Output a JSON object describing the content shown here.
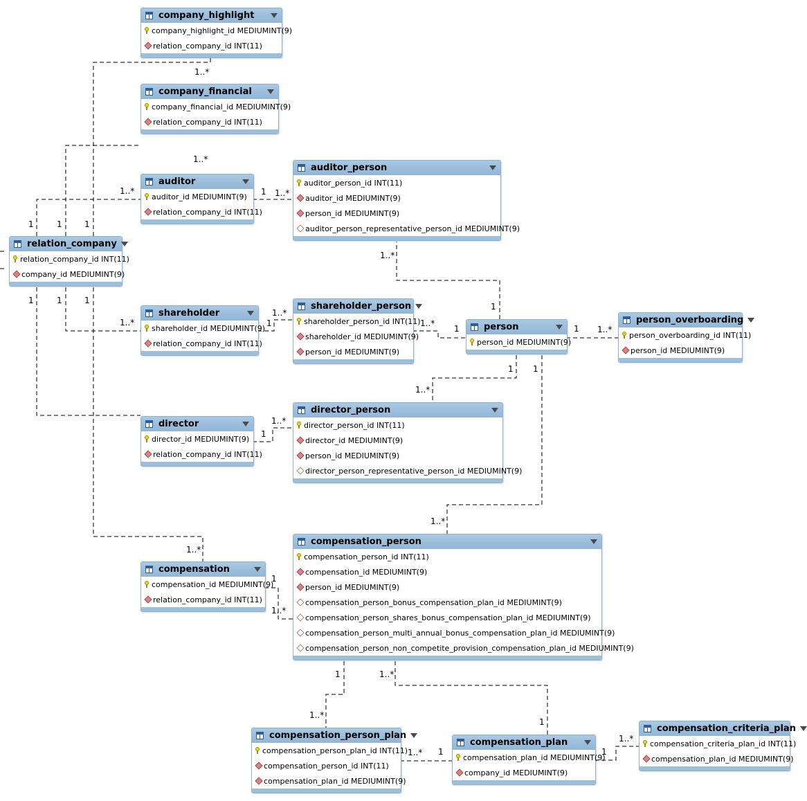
{
  "entities": [
    {
      "name": "company_highlight",
      "columns": [
        {
          "text": "company_highlight_id MEDIUMINT(9)",
          "icon": "primary-key-icon"
        },
        {
          "text": "relation_company_id INT(11)",
          "icon": "foreign-key-icon"
        }
      ]
    },
    {
      "name": "company_financial",
      "columns": [
        {
          "text": "company_financial_id MEDIUMINT(9)",
          "icon": "primary-key-icon"
        },
        {
          "text": "relation_company_id INT(11)",
          "icon": "foreign-key-icon"
        }
      ]
    },
    {
      "name": "auditor",
      "columns": [
        {
          "text": "auditor_id MEDIUMINT(9)",
          "icon": "primary-key-icon"
        },
        {
          "text": "relation_company_id INT(11)",
          "icon": "foreign-key-icon"
        }
      ]
    },
    {
      "name": "auditor_person",
      "columns": [
        {
          "text": "auditor_person_id INT(11)",
          "icon": "primary-key-icon"
        },
        {
          "text": "auditor_id MEDIUMINT(9)",
          "icon": "foreign-key-icon"
        },
        {
          "text": "person_id MEDIUMINT(9)",
          "icon": "foreign-key-icon"
        },
        {
          "text": "auditor_person_representative_person_id MEDIUMINT(9)",
          "icon": "column-icon"
        }
      ]
    },
    {
      "name": "relation_company",
      "columns": [
        {
          "text": "relation_company_id INT(11)",
          "icon": "primary-key-icon"
        },
        {
          "text": "company_id MEDIUMINT(9)",
          "icon": "foreign-key-icon"
        }
      ]
    },
    {
      "name": "shareholder",
      "columns": [
        {
          "text": "shareholder_id MEDIUMINT(9)",
          "icon": "primary-key-icon"
        },
        {
          "text": "relation_company_id INT(11)",
          "icon": "foreign-key-icon"
        }
      ]
    },
    {
      "name": "shareholder_person",
      "columns": [
        {
          "text": "shareholder_person_id INT(11)",
          "icon": "primary-key-icon"
        },
        {
          "text": "shareholder_id MEDIUMINT(9)",
          "icon": "foreign-key-icon"
        },
        {
          "text": "person_id MEDIUMINT(9)",
          "icon": "foreign-key-icon"
        }
      ]
    },
    {
      "name": "person",
      "columns": [
        {
          "text": "person_id MEDIUMINT(9)",
          "icon": "primary-key-icon"
        }
      ]
    },
    {
      "name": "person_overboarding",
      "columns": [
        {
          "text": "person_overboarding_id INT(11)",
          "icon": "primary-key-icon"
        },
        {
          "text": "person_id MEDIUMINT(9)",
          "icon": "foreign-key-icon"
        }
      ]
    },
    {
      "name": "director",
      "columns": [
        {
          "text": "director_id MEDIUMINT(9)",
          "icon": "primary-key-icon"
        },
        {
          "text": "relation_company_id INT(11)",
          "icon": "foreign-key-icon"
        }
      ]
    },
    {
      "name": "director_person",
      "columns": [
        {
          "text": "director_person_id INT(11)",
          "icon": "primary-key-icon"
        },
        {
          "text": "director_id MEDIUMINT(9)",
          "icon": "foreign-key-icon"
        },
        {
          "text": "person_id MEDIUMINT(9)",
          "icon": "foreign-key-icon"
        },
        {
          "text": "director_person_representative_person_id MEDIUMINT(9)",
          "icon": "column-icon"
        }
      ]
    },
    {
      "name": "compensation",
      "columns": [
        {
          "text": "compensation_id MEDIUMINT(9)",
          "icon": "primary-key-icon"
        },
        {
          "text": "relation_company_id INT(11)",
          "icon": "foreign-key-icon"
        }
      ]
    },
    {
      "name": "compensation_person",
      "columns": [
        {
          "text": "compensation_person_id INT(11)",
          "icon": "primary-key-icon"
        },
        {
          "text": "compensation_id MEDIUMINT(9)",
          "icon": "foreign-key-icon"
        },
        {
          "text": "person_id MEDIUMINT(9)",
          "icon": "foreign-key-icon"
        },
        {
          "text": "compensation_person_bonus_compensation_plan_id MEDIUMINT(9)",
          "icon": "column-icon"
        },
        {
          "text": "compensation_person_shares_bonus_compensation_plan_id MEDIUMINT(9)",
          "icon": "column-icon"
        },
        {
          "text": "compensation_person_multi_annual_bonus_compensation_plan_id MEDIUMINT(9)",
          "icon": "column-icon"
        },
        {
          "text": "compensation_person_non_competite_provision_compensation_plan_id MEDIUMINT(9)",
          "icon": "column-icon"
        }
      ]
    },
    {
      "name": "compensation_person_plan",
      "columns": [
        {
          "text": "compensation_person_plan_id INT(11)",
          "icon": "primary-key-icon"
        },
        {
          "text": "compensation_person_id INT(11)",
          "icon": "foreign-key-icon"
        },
        {
          "text": "compensation_plan_id MEDIUMINT(9)",
          "icon": "foreign-key-icon"
        }
      ]
    },
    {
      "name": "compensation_plan",
      "columns": [
        {
          "text": "compensation_plan_id MEDIUMINT(9)",
          "icon": "primary-key-icon"
        },
        {
          "text": "company_id MEDIUMINT(9)",
          "icon": "foreign-key-icon"
        }
      ]
    },
    {
      "name": "compensation_criteria_plan",
      "columns": [
        {
          "text": "compensation_criteria_plan_id INT(11)",
          "icon": "primary-key-icon"
        },
        {
          "text": "compensation_plan_id MEDIUMINT(9)",
          "icon": "foreign-key-icon"
        }
      ]
    }
  ],
  "relationships": [
    {
      "from": "relation_company",
      "to": "company_highlight",
      "from_card": "1",
      "to_card": "1..*"
    },
    {
      "from": "relation_company",
      "to": "company_financial",
      "from_card": "1",
      "to_card": "1..*"
    },
    {
      "from": "relation_company",
      "to": "auditor",
      "from_card": "1",
      "to_card": "1..*"
    },
    {
      "from": "relation_company",
      "to": "shareholder",
      "from_card": "1",
      "to_card": "1..*"
    },
    {
      "from": "relation_company",
      "to": "director",
      "from_card": "1",
      "to_card": ""
    },
    {
      "from": "relation_company",
      "to": "compensation",
      "from_card": "1",
      "to_card": "1..*"
    },
    {
      "from": "auditor",
      "to": "auditor_person",
      "from_card": "1",
      "to_card": "1..*"
    },
    {
      "from": "person",
      "to": "auditor_person",
      "from_card": "1",
      "to_card": "1..*"
    },
    {
      "from": "shareholder",
      "to": "shareholder_person",
      "from_card": "1",
      "to_card": "1..*"
    },
    {
      "from": "person",
      "to": "shareholder_person",
      "from_card": "1",
      "to_card": "1..*"
    },
    {
      "from": "person",
      "to": "person_overboarding",
      "from_card": "1",
      "to_card": "1..*"
    },
    {
      "from": "person",
      "to": "director_person",
      "from_card": "1",
      "to_card": "1..*"
    },
    {
      "from": "director",
      "to": "director_person",
      "from_card": "1",
      "to_card": "1..*"
    },
    {
      "from": "person",
      "to": "compensation_person",
      "from_card": "1",
      "to_card": "1..*"
    },
    {
      "from": "compensation",
      "to": "compensation_person",
      "from_card": "1",
      "to_card": "1..*"
    },
    {
      "from": "compensation_person",
      "to": "compensation_person_plan",
      "from_card": "1",
      "to_card": "1..*"
    },
    {
      "from": "compensation_plan",
      "to": "compensation_person",
      "from_card": "1",
      "to_card": "1..*"
    },
    {
      "from": "compensation_plan",
      "to": "compensation_person_plan",
      "from_card": "1",
      "to_card": "1..*"
    },
    {
      "from": "compensation_plan",
      "to": "compensation_criteria_plan",
      "from_card": "1",
      "to_card": "1..*"
    }
  ]
}
